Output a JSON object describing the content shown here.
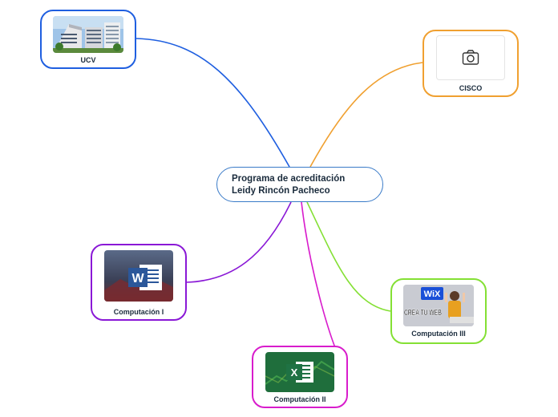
{
  "central": {
    "line1": "Programa de acreditación",
    "line2": "Leidy Rincón Pacheco"
  },
  "nodes": {
    "ucv": {
      "label": "UCV",
      "color": "#1f5fe0",
      "image": "building-photo"
    },
    "cisco": {
      "label": "CISCO",
      "color": "#f0a030",
      "icon": "camera-icon"
    },
    "comp1": {
      "label": "Computación I",
      "color": "#8a18d6",
      "image": "word-logo",
      "logo_letter": "W"
    },
    "comp2": {
      "label": "Computación II",
      "color": "#d81ccc",
      "image": "excel-logo",
      "logo_letter": "X"
    },
    "comp3": {
      "label": "Computación III",
      "color": "#84e034",
      "image": "wix-thumbnail",
      "brand": "WiX",
      "overlay": "CREA TU WEB"
    }
  }
}
